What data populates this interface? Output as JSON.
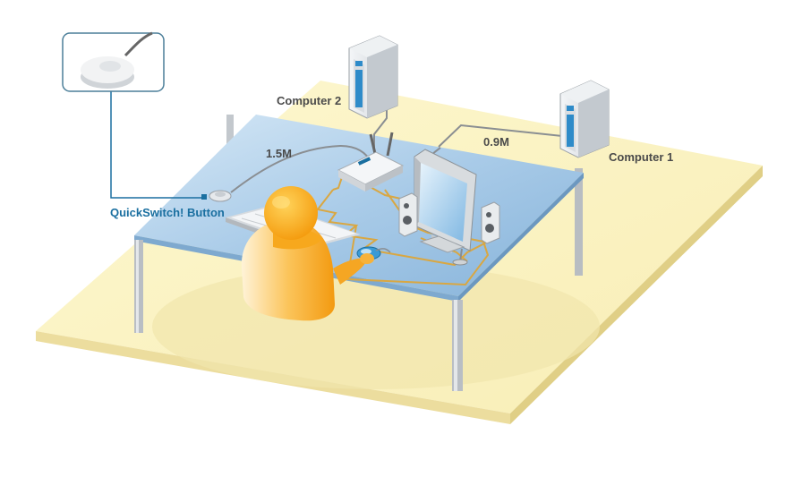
{
  "labels": {
    "computer_2": "Computer 2",
    "computer_1": "Computer 1",
    "cable_left": "1.5M",
    "cable_right": "0.9M",
    "quickswitch": "QuickSwitch! Button"
  },
  "colors": {
    "floor": "#fcf5c6",
    "floor_edge": "#e8dc98",
    "table_top": "#a6c9e6",
    "table_edge": "#7aa6cc",
    "leg": "#b9bec4",
    "cable_kvm": "#d9a742",
    "cable_grey": "#8a8e92",
    "person": "#f6a313",
    "accent_text": "#1a6fa0",
    "text": "#4a4a4a"
  }
}
